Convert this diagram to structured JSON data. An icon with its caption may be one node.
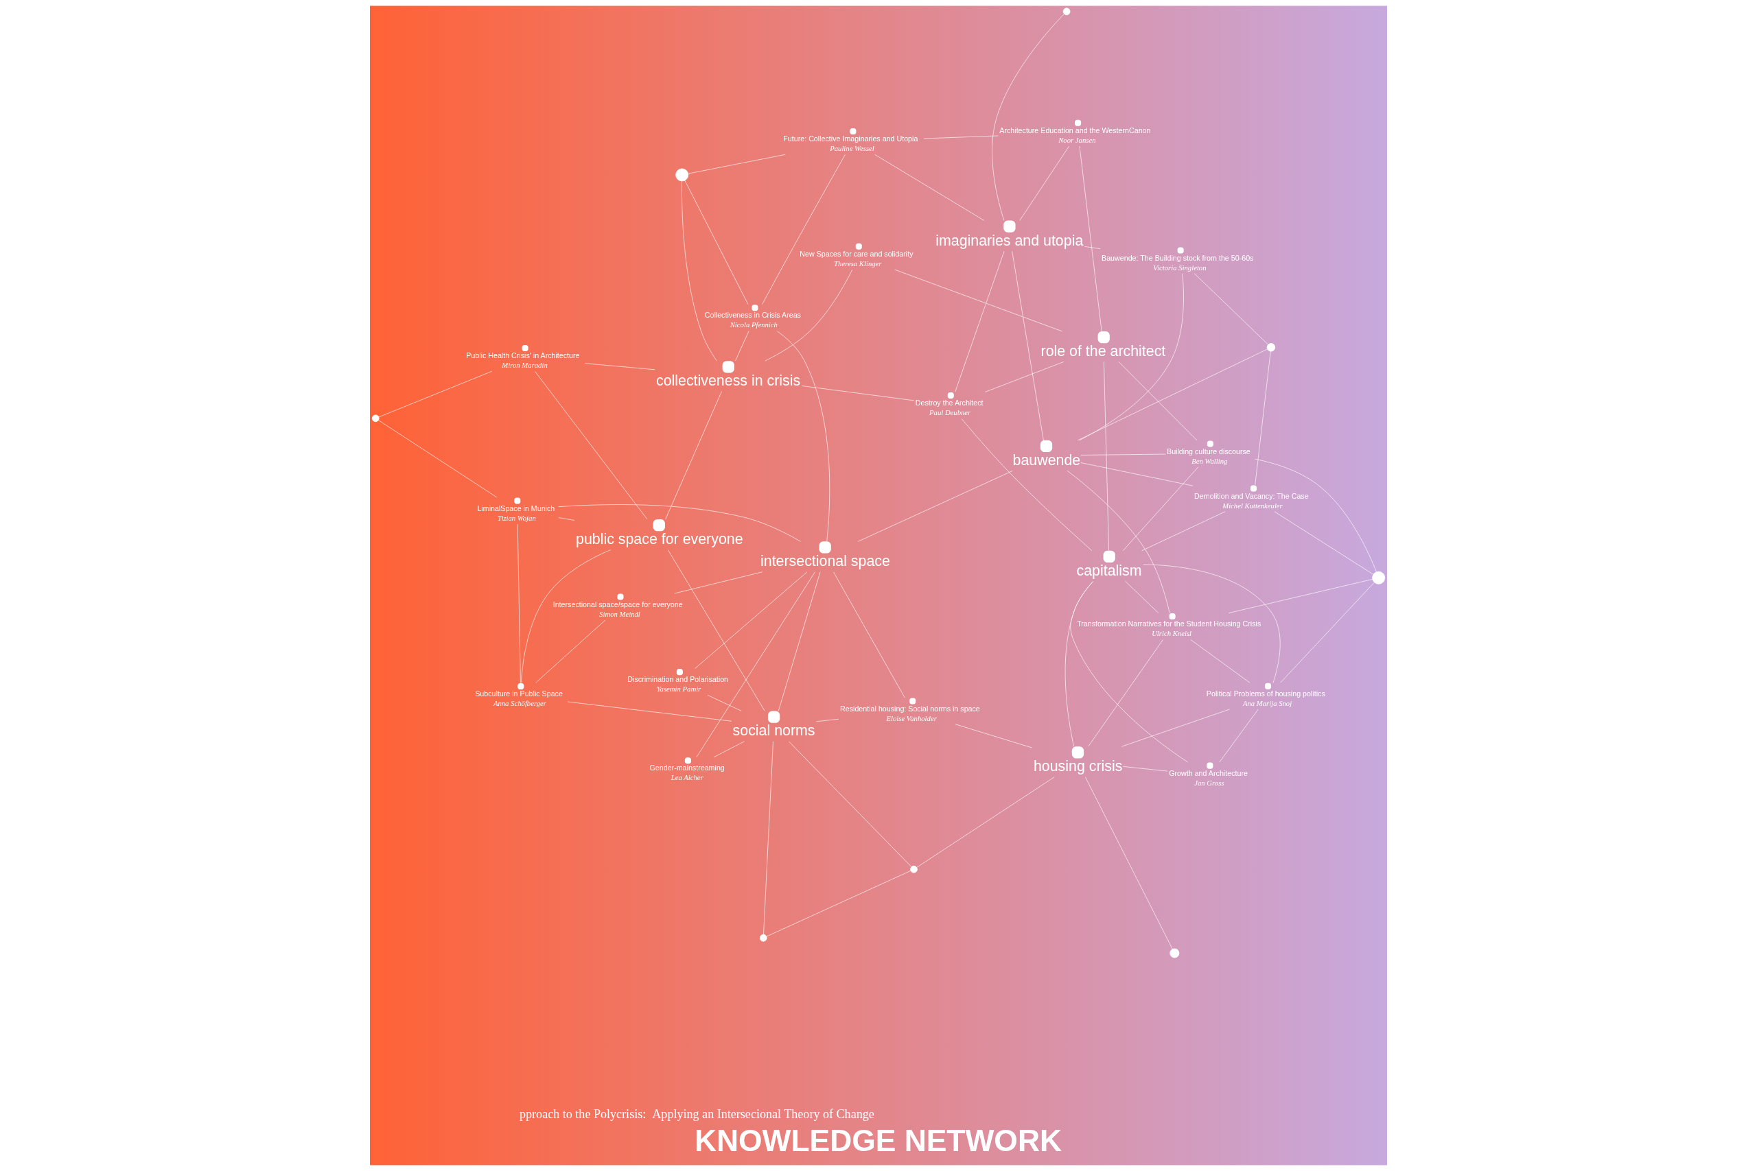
{
  "diagram": {
    "title": "KNOWLEDGE NETWORK",
    "nodes": [
      {
        "text": [],
        "shape": "circle"
      },
      {
        "text": [],
        "shape": "circle"
      },
      {
        "text": [],
        "shape": "circle"
      },
      {
        "text": [
          "housing crisis"
        ]
      },
      {
        "text": [
          "Political Problems of housing politics",
          "Ana Marija Snoj"
        ]
      },
      {
        "text": [],
        "shape": "circle"
      },
      {
        "text": [],
        "shape": "circle"
      },
      {
        "text": [
          "Transformation Narratives for the Student Housing Crisis",
          "Ulrich Kneisl"
        ]
      },
      {
        "text": [
          "Demolition and Vacancy: The Case",
          "Michel Kuttenkeuler"
        ]
      },
      {
        "text": [
          "Residential housing: Social norms in space",
          "Eloise Vanholder"
        ]
      },
      {
        "text": [
          "social norms"
        ]
      },
      {
        "text": [
          "Discrimination and Polarisation",
          "Yasemin Pamir"
        ]
      },
      {
        "text": [
          "Gender-mainstreaming",
          "Lea Aicher"
        ]
      },
      {
        "text": [
          "intersectional space"
        ]
      },
      {
        "text": [
          "Growth and Architecture",
          "Jan Gross"
        ]
      },
      {
        "text": [
          "capitalism"
        ]
      },
      {
        "text": [
          "Building culture discourse",
          "Ben Walling"
        ]
      },
      {
        "text": [
          "bauwende"
        ]
      },
      {
        "text": [
          "Bauwende: The Building stock from the 50-60s",
          "Victoria Singleton"
        ]
      },
      {
        "text": [
          "Subculture in Public Space",
          "Anna Schöfberger"
        ]
      },
      {
        "text": [
          "Intersectional space/space for everyone",
          "Simon Meindl"
        ]
      },
      {
        "text": [
          "New Spaces for care and solidarity",
          "Theresa Klinger"
        ]
      },
      {
        "text": [
          "role of the architect"
        ]
      },
      {
        "text": [
          "Destroy the Architect",
          "Paul Deubner"
        ]
      },
      {
        "text": [
          "public space for everyone"
        ]
      },
      {
        "text": [
          "LiminalSpace in Munich",
          "Tizian Wojan"
        ]
      },
      {
        "text": [
          "Architecture Education and the WesternCanon",
          "Noor Jansen"
        ]
      },
      {
        "text": [
          "imaginaries and utopia"
        ]
      },
      {
        "text": [
          "collectiveness in crisis"
        ]
      },
      {
        "text": [
          "Collectiveness in Crisis Areas",
          "Nicola Pfennich"
        ]
      },
      {
        "text": [
          "Public Health Crisis' in Architecture",
          "Miron Maradin"
        ]
      },
      {
        "text": [],
        "shape": "circle"
      },
      {
        "text": [
          "Future: Collective Imaginaries and Utopia",
          "Pauline Wessel"
        ]
      },
      {
        "text": [],
        "shape": "circle"
      },
      {
        "text": [],
        "shape": "circle"
      }
    ],
    "edges": [
      {
        "from": 0,
        "to": 2,
        "arrow": "none"
      },
      {
        "from": 0,
        "to": 10,
        "arrow": "none"
      },
      {
        "from": 1,
        "to": 3,
        "arrow": "none"
      },
      {
        "from": 2,
        "to": 10,
        "arrow": "none"
      },
      {
        "from": 2,
        "to": 3,
        "arrow": "none"
      },
      {
        "from": 3,
        "to": 4,
        "arrow": "none"
      },
      {
        "from": 3,
        "to": 9,
        "arrow": "none"
      },
      {
        "from": 3,
        "to": 14,
        "arrow": "none"
      },
      {
        "from": 3,
        "to": 15,
        "arrow": "none"
      },
      {
        "from": 3,
        "to": 7,
        "arrow": "none"
      },
      {
        "from": 4,
        "to": 7,
        "arrow": "none"
      },
      {
        "from": 4,
        "to": 14,
        "arrow": "none"
      },
      {
        "from": 4,
        "to": 15,
        "arrow": "none"
      },
      {
        "from": 4,
        "to": 5,
        "arrow": "none"
      },
      {
        "from": 7,
        "to": 15,
        "arrow": "none"
      },
      {
        "from": 7,
        "to": 5,
        "arrow": "none"
      },
      {
        "from": 7,
        "to": 17,
        "arrow": "none"
      },
      {
        "from": 5,
        "to": 16,
        "arrow": "none"
      },
      {
        "from": 5,
        "to": 8,
        "arrow": "none"
      },
      {
        "from": 8,
        "to": 17,
        "arrow": "none"
      },
      {
        "from": 8,
        "to": 6,
        "arrow": "none"
      },
      {
        "from": 8,
        "to": 15,
        "arrow": "none"
      },
      {
        "from": 6,
        "to": 17,
        "arrow": "none"
      },
      {
        "from": 6,
        "to": 18,
        "arrow": "none"
      },
      {
        "from": 9,
        "to": 10,
        "arrow": "none"
      },
      {
        "from": 9,
        "to": 13,
        "arrow": "none"
      },
      {
        "from": 10,
        "to": 13,
        "arrow": "none"
      },
      {
        "from": 10,
        "to": 12,
        "arrow": "none"
      },
      {
        "from": 10,
        "to": 11,
        "arrow": "none"
      },
      {
        "from": 10,
        "to": 24,
        "arrow": "none"
      },
      {
        "from": 11,
        "to": 13,
        "arrow": "none"
      },
      {
        "from": 12,
        "to": 13,
        "arrow": "none"
      },
      {
        "from": 13,
        "to": 17,
        "arrow": "none"
      },
      {
        "from": 13,
        "to": 20,
        "arrow": "none"
      },
      {
        "from": 13,
        "to": 29,
        "arrow": "none"
      },
      {
        "from": 14,
        "to": 15,
        "arrow": "none"
      },
      {
        "from": 15,
        "to": 16,
        "arrow": "none"
      },
      {
        "from": 15,
        "to": 23,
        "arrow": "none"
      },
      {
        "from": 15,
        "to": 22,
        "arrow": "none"
      },
      {
        "from": 16,
        "to": 17,
        "arrow": "none"
      },
      {
        "from": 16,
        "to": 22,
        "arrow": "none"
      },
      {
        "from": 17,
        "to": 18,
        "arrow": "none"
      },
      {
        "from": 17,
        "to": 27,
        "arrow": "none"
      },
      {
        "from": 18,
        "to": 27,
        "arrow": "none"
      },
      {
        "from": 19,
        "to": 24,
        "arrow": "none"
      },
      {
        "from": 19,
        "to": 25,
        "arrow": "none"
      },
      {
        "from": 19,
        "to": 20,
        "arrow": "none"
      },
      {
        "from": 19,
        "to": 10,
        "arrow": "none"
      },
      {
        "from": 21,
        "to": 22,
        "arrow": "none"
      },
      {
        "from": 21,
        "to": 28,
        "arrow": "none"
      },
      {
        "from": 22,
        "to": 23,
        "arrow": "none"
      },
      {
        "from": 22,
        "to": 26,
        "arrow": "none"
      },
      {
        "from": 23,
        "to": 28,
        "arrow": "none"
      },
      {
        "from": 23,
        "to": 27,
        "arrow": "none"
      },
      {
        "from": 24,
        "to": 30,
        "arrow": "none"
      },
      {
        "from": 24,
        "to": 28,
        "arrow": "none"
      },
      {
        "from": 25,
        "to": 24,
        "arrow": "none"
      },
      {
        "from": 25,
        "to": 13,
        "arrow": "none"
      },
      {
        "from": 25,
        "to": 31,
        "arrow": "none"
      },
      {
        "from": 26,
        "to": 27,
        "arrow": "none"
      },
      {
        "from": 26,
        "to": 32,
        "arrow": "none"
      },
      {
        "from": 27,
        "to": 32,
        "arrow": "none"
      },
      {
        "from": 27,
        "to": 34,
        "arrow": "none"
      },
      {
        "from": 28,
        "to": 29,
        "arrow": "none"
      },
      {
        "from": 28,
        "to": 30,
        "arrow": "none"
      },
      {
        "from": 28,
        "to": 33,
        "arrow": "none"
      },
      {
        "from": 29,
        "to": 33,
        "arrow": "none"
      },
      {
        "from": 29,
        "to": 32,
        "arrow": "none"
      },
      {
        "from": 30,
        "to": 31,
        "arrow": "none"
      },
      {
        "from": 33,
        "to": 32,
        "arrow": "none"
      }
    ],
    "labels": [
      "pproach to the Polycrisis:  Applying an Intersecional Theory of Change"
    ]
  }
}
